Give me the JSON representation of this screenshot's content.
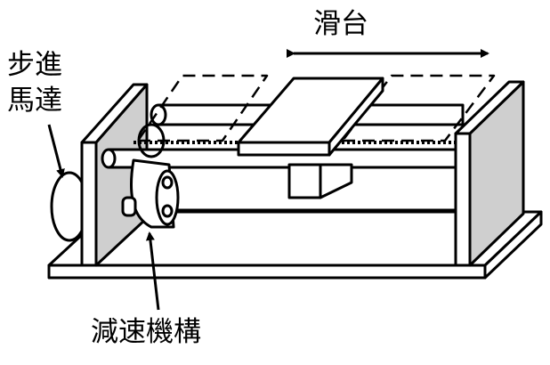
{
  "labels": {
    "slide_table": "滑台",
    "stepper_motor_line1": "步進",
    "stepper_motor_line2": "馬達",
    "reduction_mechanism": "減速機構"
  },
  "colors": {
    "stroke": "#000000",
    "wall_side": "#cfcfcf",
    "fill": "#ffffff"
  }
}
